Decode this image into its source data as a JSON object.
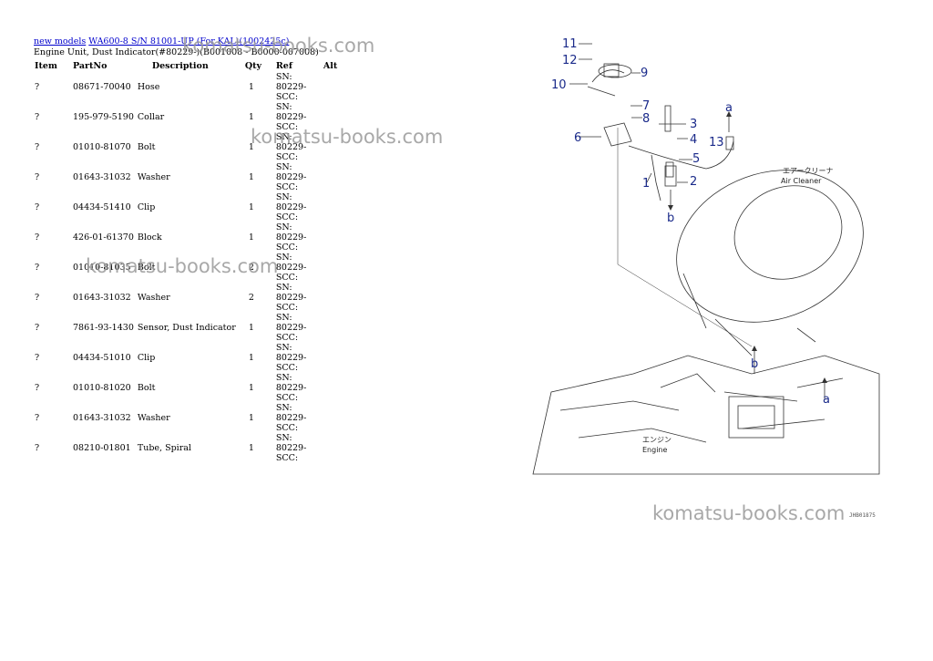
{
  "breadcrumb": {
    "link1": "new models",
    "link2": "WA600-8 S/N 81001-UP (For KAL)(1002425c)"
  },
  "subtitle": "Engine Unit, Dust Indicator(#80229-)(B001008 - B0000-007008)",
  "table": {
    "headers": [
      "Item",
      "PartNo",
      "Description",
      "Qty",
      "Ref",
      "Alt"
    ],
    "rows": [
      {
        "item": "?",
        "part": "08671-70040",
        "desc": "Hose",
        "qty": "1",
        "ref": "SN: 80229-SCC:"
      },
      {
        "item": "?",
        "part": "195-979-5190",
        "desc": "Collar",
        "qty": "1",
        "ref": "SN: 80229-SCC:"
      },
      {
        "item": "?",
        "part": "01010-81070",
        "desc": "Bolt",
        "qty": "1",
        "ref": "SN: 80229-SCC:"
      },
      {
        "item": "?",
        "part": "01643-31032",
        "desc": "Washer",
        "qty": "1",
        "ref": "SN: 80229-SCC:"
      },
      {
        "item": "?",
        "part": "04434-51410",
        "desc": "Clip",
        "qty": "1",
        "ref": "SN: 80229-SCC:"
      },
      {
        "item": "?",
        "part": "426-01-61370",
        "desc": "Block",
        "qty": "1",
        "ref": "SN: 80229-SCC:"
      },
      {
        "item": "?",
        "part": "01010-81035",
        "desc": "Bolt",
        "qty": "2",
        "ref": "SN: 80229-SCC:"
      },
      {
        "item": "?",
        "part": "01643-31032",
        "desc": "Washer",
        "qty": "2",
        "ref": "SN: 80229-SCC:"
      },
      {
        "item": "?",
        "part": "7861-93-1430",
        "desc": "Sensor, Dust Indicator",
        "qty": "1",
        "ref": "SN: 80229-SCC:"
      },
      {
        "item": "?",
        "part": "04434-51010",
        "desc": "Clip",
        "qty": "1",
        "ref": "SN: 80229-SCC:"
      },
      {
        "item": "?",
        "part": "01010-81020",
        "desc": "Bolt",
        "qty": "1",
        "ref": "SN: 80229-SCC:"
      },
      {
        "item": "?",
        "part": "01643-31032",
        "desc": "Washer",
        "qty": "1",
        "ref": "SN: 80229-SCC:"
      },
      {
        "item": "?",
        "part": "08210-01801",
        "desc": "Tube, Spiral",
        "qty": "1",
        "ref": "SN: 80229-SCC:"
      }
    ]
  },
  "watermark": "komatsu-books.com",
  "diagram": {
    "callouts": [
      "11",
      "12",
      "9",
      "10",
      "7",
      "8",
      "3",
      "4",
      "13",
      "6",
      "5",
      "1",
      "2"
    ],
    "arrows": [
      "a",
      "b",
      "b",
      "a"
    ],
    "air_cleaner_jp": "エアークリーナ",
    "air_cleaner": "Air Cleaner",
    "engine_jp": "エンジン",
    "engine": "Engine",
    "drawing_no": "JHB01875"
  }
}
